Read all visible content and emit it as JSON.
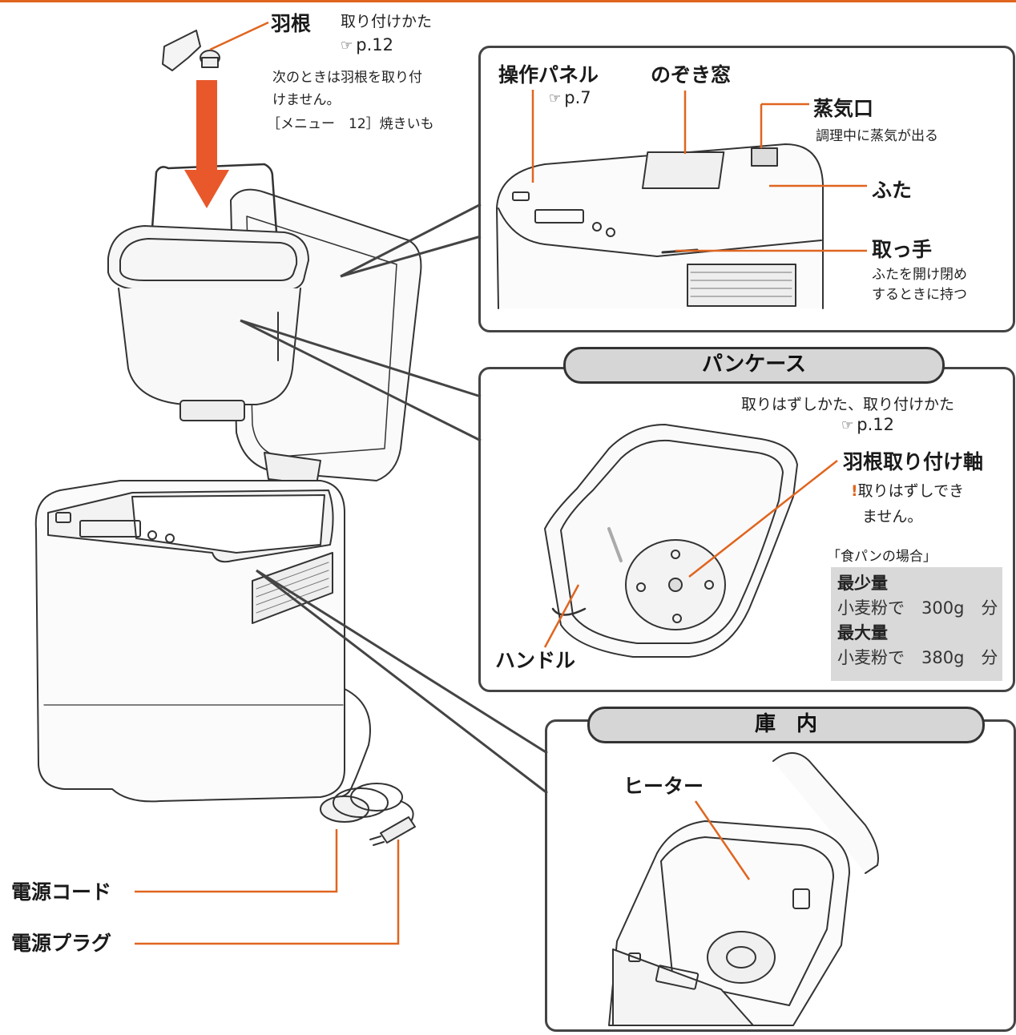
{
  "labels": {
    "blade": "羽根",
    "blade_attach_how": "取り付けかた",
    "blade_ref": "p.12",
    "blade_note_1": "次のときは羽根を取り付",
    "blade_note_2": "けません。",
    "blade_note_3": "［メニュー　12］焼きいも",
    "control_panel": "操作パネル",
    "control_panel_ref": "p.7",
    "window": "のぞき窓",
    "steam_vent": "蒸気口",
    "steam_vent_note": "調理中に蒸気が出る",
    "lid": "ふた",
    "handle_grip": "取っ手",
    "handle_grip_note_1": "ふたを開け閉め",
    "handle_grip_note_2": "するときに持つ",
    "power_cord": "電源コード",
    "power_plug": "電源プラグ"
  },
  "pan_case": {
    "title": "パンケース",
    "remove_attach": "取りはずしかた、取り付けかた",
    "ref": "p.12",
    "shaft": "羽根取り付け軸",
    "shaft_warning_1": "取りはずしでき",
    "shaft_warning_2": "ません。",
    "handle": "ハンドル",
    "case_label": "「食パンの場合」",
    "min_label": "最少量",
    "min_value": "小麦粉で　300g　分",
    "max_label": "最大量",
    "max_value": "小麦粉で　380g　分"
  },
  "interior": {
    "title": "庫　内",
    "heater": "ヒーター"
  },
  "colors": {
    "leader": "#e0651f",
    "arrow": "#e8582a",
    "outline": "#444444",
    "pill": "#d6d6d6",
    "note_box": "#d9d9d9"
  },
  "icons": {
    "reference": "pointing-hand-icon",
    "warning": "exclamation-icon"
  }
}
